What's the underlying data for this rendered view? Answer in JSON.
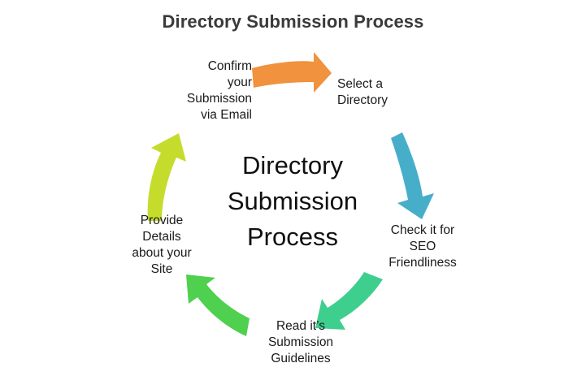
{
  "title": "Directory Submission Process",
  "center": {
    "lines": [
      "Directory",
      "Submission",
      "Process"
    ]
  },
  "steps": [
    {
      "id": "confirm-submission",
      "lines": [
        "Confirm",
        "your",
        "Submission",
        "via Email"
      ],
      "position": "top-left"
    },
    {
      "id": "select-directory",
      "lines": [
        "Select a",
        "Directory"
      ],
      "position": "top-right"
    },
    {
      "id": "check-seo",
      "lines": [
        "Check it for",
        "SEO",
        "Friendliness"
      ],
      "position": "right"
    },
    {
      "id": "read-guidelines",
      "lines": [
        "Read it’s",
        "Submission",
        "Guidelines"
      ],
      "position": "bottom"
    },
    {
      "id": "provide-details",
      "lines": [
        "Provide",
        "Details",
        "about your",
        "Site"
      ],
      "position": "left"
    }
  ],
  "arrows": [
    {
      "id": "arrow-top-orange",
      "color": "#F0923E",
      "direction": "right",
      "from": "confirm-submission",
      "to": "select-directory"
    },
    {
      "id": "arrow-right-blue",
      "color": "#47AEC9",
      "direction": "down",
      "from": "select-directory",
      "to": "check-seo"
    },
    {
      "id": "arrow-bottom-right-teal",
      "color": "#3ECF8E",
      "direction": "down-left",
      "from": "check-seo",
      "to": "read-guidelines"
    },
    {
      "id": "arrow-bottom-left-green",
      "color": "#4FD04F",
      "direction": "up-left",
      "from": "read-guidelines",
      "to": "provide-details"
    },
    {
      "id": "arrow-left-lime",
      "color": "#C6DC2D",
      "direction": "up",
      "from": "provide-details",
      "to": "confirm-submission"
    }
  ],
  "colors": {
    "background": "#FFFFFF",
    "title_text": "#3A3A3A",
    "body_text": "#1A1A1A",
    "center_text": "#101010"
  }
}
